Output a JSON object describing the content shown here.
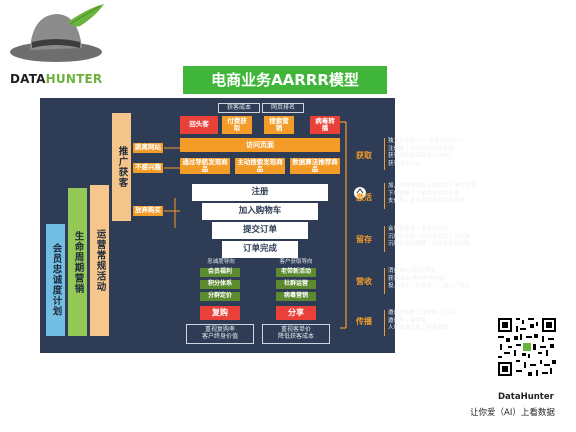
{
  "logo": {
    "text_main": "DATA",
    "text_accent": "HUNTER",
    "mark": "hat-and-leaf-logo"
  },
  "title": "电商业务AARRR模型",
  "top_tags": [
    "获客成本",
    "网页排名"
  ],
  "channels": [
    "回头客",
    "付费获取",
    "搜索营销",
    "病毒转播"
  ],
  "left_bars": {
    "blue": "会员忠诚度计划",
    "green": "生命周期营销",
    "orange": "运营常规活动",
    "tan": "推广获客"
  },
  "left_small_boxes": [
    "跳离网站",
    "不感兴趣",
    "放弃购买"
  ],
  "funnel_top": "访问页面",
  "funnel_mid": [
    "通过导航发现商品",
    "主动搜索发现商品",
    "数据算法推荐商品"
  ],
  "funnel_steps": [
    "注册",
    "加入购物车",
    "提交订单",
    "订单完成"
  ],
  "retention": {
    "left_title": "忠诚度导向",
    "left_items": [
      "会员福利",
      "积分体系",
      "分群定价"
    ],
    "right_title": "客户获取导向",
    "right_items": [
      "老带新活动",
      "社群运营",
      "病毒营销"
    ]
  },
  "bottom_actions": [
    "复购",
    "分享"
  ],
  "bottom_notes": [
    [
      "重视复购率",
      "客户终身价值"
    ],
    [
      "重视客单价",
      "降低获客成本"
    ]
  ],
  "stages": [
    {
      "label": "获取",
      "lines": [
        "独立访客数UV | 页面访问数PV",
        "注册数 | 访客到注册转化率",
        "获客渠道跟踪转化TOP20",
        "获客成本CAC"
      ]
    },
    {
      "label": "激活",
      "lines": [
        "加入购物车次数 | 购物车下单转化率",
        "下单笔数 | 下单到支付转化率",
        "支付数 | 支付到完单成功转化率"
      ]
    },
    {
      "label": "留存",
      "lines": [
        "会员复购率 | 会员复购率",
        "沉默会员数 | 流失会员数 | 流失率",
        "沉默会员召回数 | 流失会员召回数"
      ]
    },
    {
      "label": "营收",
      "lines": [
        "消费单价/频次/频率",
        "获客成本/客户终身价值",
        "投入成本 | 新增收入 | 投入产出比"
      ]
    },
    {
      "label": "传播",
      "lines": [
        "邀请发起数 | 注册数 | CAC",
        "邀请率 | 接受率",
        "人均邀请次数 | 病毒系数"
      ]
    }
  ],
  "footer": {
    "brand": "DataHunter",
    "slogan": "让你爱（AI）上看数据"
  },
  "colors": {
    "panel": "#2e3d55",
    "accent_orange": "#f39c28",
    "accent_red": "#e9403a",
    "title_green": "#3fb63a"
  }
}
